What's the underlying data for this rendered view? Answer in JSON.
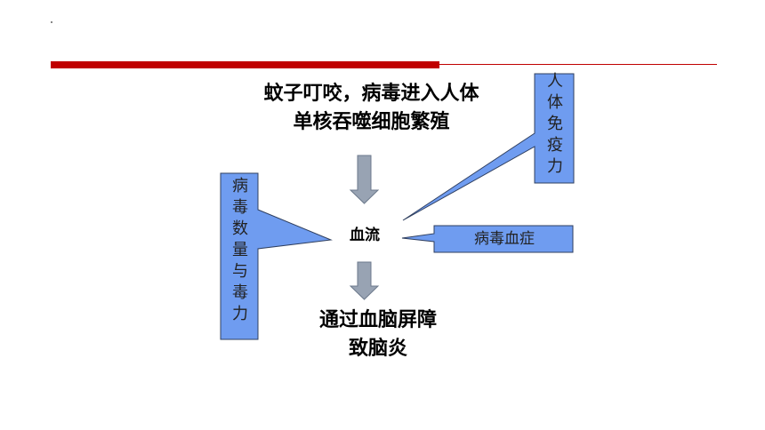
{
  "top_text": {
    "line1": "蚊子叮咬，病毒进入人体",
    "line2": "单核吞噬细胞繁殖"
  },
  "center_text": "血流",
  "bottom_text": {
    "line1": "通过血脑屏障",
    "line2": "致脑炎"
  },
  "callouts": {
    "left": [
      "病",
      "毒",
      "数",
      "量",
      "与",
      "毒",
      "力"
    ],
    "right_top": [
      "人",
      "体",
      "免",
      "疫",
      "力"
    ],
    "right_mid": "病毒血症"
  },
  "colors": {
    "callout_fill": "#6f9cf0",
    "callout_border": "#2f3f5f",
    "arrow_fill": "#98a3b3",
    "arrow_border": "#6d7a8c",
    "accent_rule": "#c00000"
  }
}
